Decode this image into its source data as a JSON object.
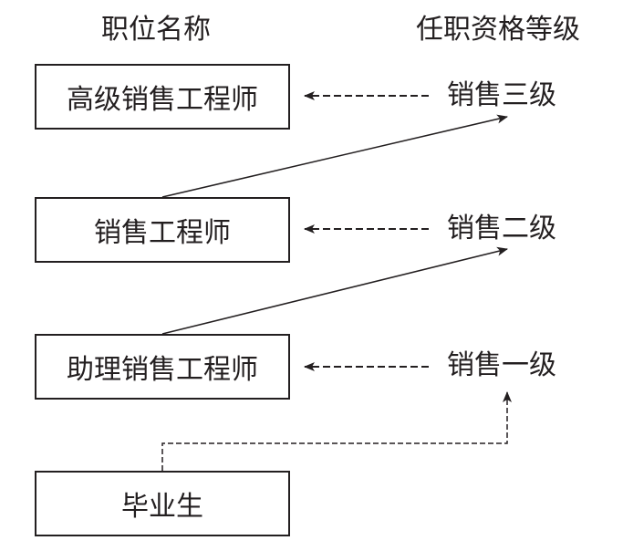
{
  "headers": {
    "position": "职位名称",
    "qualification": "任职资格等级"
  },
  "positions": [
    {
      "label": "高级销售工程师"
    },
    {
      "label": "销售工程师"
    },
    {
      "label": "助理销售工程师"
    },
    {
      "label": "毕业生"
    }
  ],
  "levels": [
    {
      "label": "销售三级"
    },
    {
      "label": "销售二级"
    },
    {
      "label": "销售一级"
    }
  ],
  "links": [
    {
      "from": "销售三级",
      "to": "高级销售工程师",
      "style": "dashed"
    },
    {
      "from": "销售二级",
      "to": "销售工程师",
      "style": "dashed"
    },
    {
      "from": "销售一级",
      "to": "助理销售工程师",
      "style": "dashed"
    },
    {
      "from": "销售工程师",
      "to": "销售三级",
      "style": "solid"
    },
    {
      "from": "助理销售工程师",
      "to": "销售二级",
      "style": "solid"
    },
    {
      "from": "毕业生",
      "to": "销售一级",
      "style": "dashed"
    }
  ],
  "colors": {
    "ink": "#231f20",
    "background": "#ffffff"
  }
}
